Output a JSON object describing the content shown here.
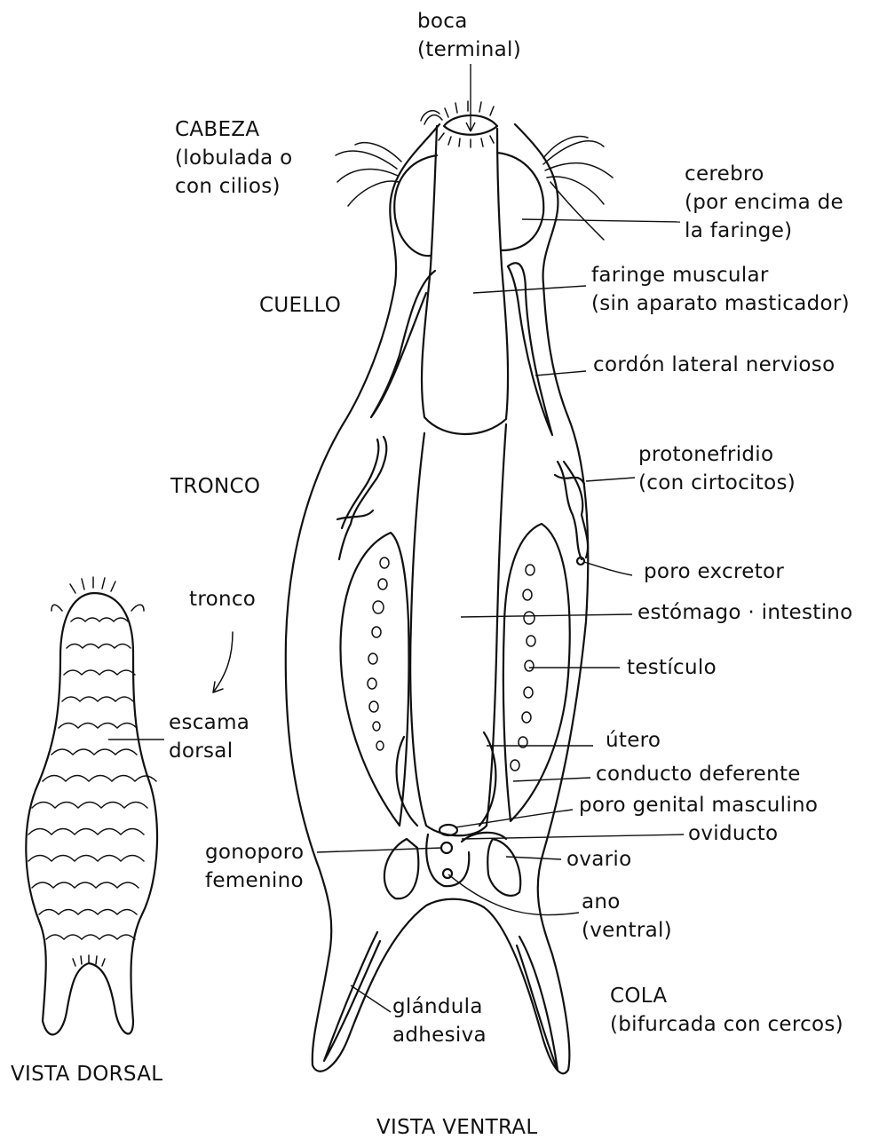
{
  "colors": {
    "ink": "#111111",
    "background": "#ffffff"
  },
  "labels": {
    "boca": [
      "boca",
      "(terminal)"
    ],
    "cabeza": [
      "CABEZA",
      "(lobulada o",
      "con cilios)"
    ],
    "cerebro": [
      "cerebro",
      "(por encima de",
      "la faringe)"
    ],
    "cuello": [
      "CUELLO"
    ],
    "faringe": [
      "faringe muscular",
      "(sin aparato masticador)"
    ],
    "cordon": [
      "cordón lateral nervioso"
    ],
    "protonefridio": [
      "protonefridio",
      "(con cirtocitos)"
    ],
    "tronco_upper": [
      "TRONCO"
    ],
    "poro_excretor": [
      "poro excretor"
    ],
    "tronco_lower": [
      "tronco"
    ],
    "estomago": [
      "estómago · intestino"
    ],
    "testiculo": [
      "testículo"
    ],
    "escama": [
      "escama",
      "dorsal"
    ],
    "utero": [
      "útero"
    ],
    "conducto": [
      "conducto deferente"
    ],
    "poro_genital": [
      "poro genital masculino"
    ],
    "oviducto": [
      "oviducto"
    ],
    "gonoporo": [
      "gonoporo",
      "femenino"
    ],
    "ovario": [
      "ovario"
    ],
    "ano": [
      "ano",
      "(ventral)"
    ],
    "cola": [
      "COLA",
      "(bifurcada con cercos)"
    ],
    "glandula": [
      "glándula",
      "adhesiva"
    ],
    "vista_dorsal": [
      "VISTA DORSAL"
    ],
    "vista_ventral": [
      "VISTA VENTRAL"
    ]
  }
}
